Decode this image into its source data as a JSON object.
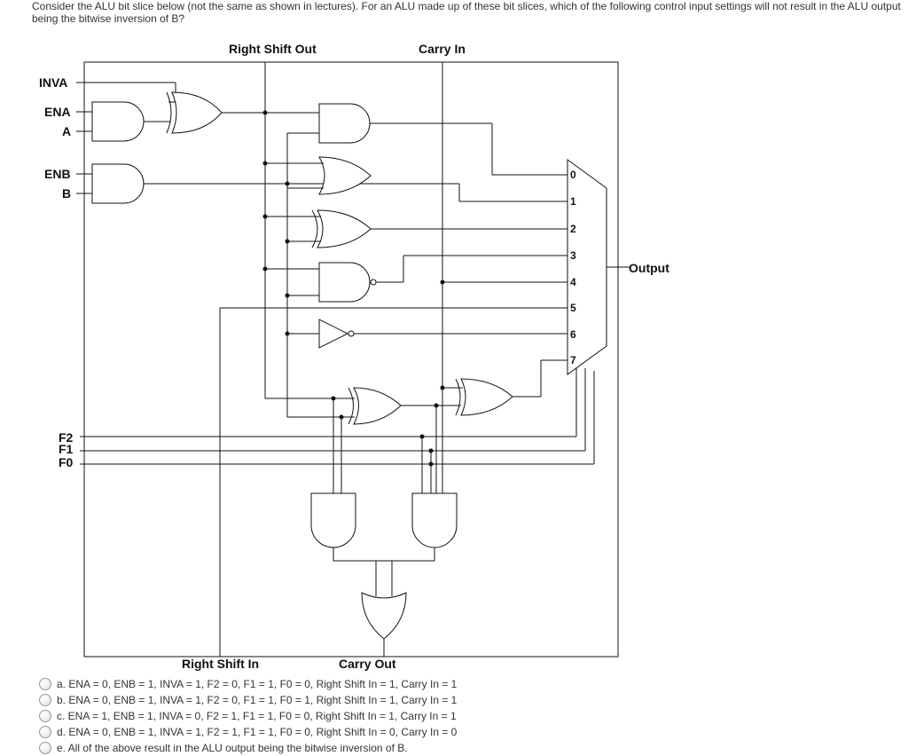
{
  "question": {
    "text": "Consider the ALU bit slice below (not the same as shown in lectures). For an ALU made up of these bit slices, which of the following control input settings will not result in the ALU output being the bitwise inversion of B?"
  },
  "diagram": {
    "top_labels": {
      "right_shift_out": "Right Shift Out",
      "carry_in": "Carry In"
    },
    "bottom_labels": {
      "right_shift_in": "Right Shift In",
      "carry_out": "Carry Out"
    },
    "inputs": {
      "inva": "INVA",
      "ena": "ENA",
      "a": "A",
      "enb": "ENB",
      "b": "B",
      "f2": "F2",
      "f1": "F1",
      "f0": "F0"
    },
    "mux_inputs": [
      "0",
      "1",
      "2",
      "3",
      "4",
      "5",
      "6",
      "7"
    ],
    "output_label": "Output"
  },
  "options": [
    {
      "label": "a. ENA = 0, ENB = 1, INVA = 1, F2 = 0, F1 = 1, F0 = 0, Right Shift In = 1, Carry In = 1"
    },
    {
      "label": "b. ENA = 0, ENB = 1, INVA = 1, F2 = 0, F1 = 1, F0 = 1, Right Shift In = 1, Carry In = 1"
    },
    {
      "label": "c. ENA = 1, ENB = 1, INVA = 0, F2 = 1, F1 = 1, F0 = 0, Right Shift In = 1, Carry In = 1"
    },
    {
      "label": "d. ENA = 0, ENB = 1, INVA = 1, F2 = 1, F1 = 1, F0 = 0, Right Shift In = 0, Carry In = 0"
    },
    {
      "label": "e. All of the above result in the ALU output being the bitwise inversion of B."
    }
  ]
}
